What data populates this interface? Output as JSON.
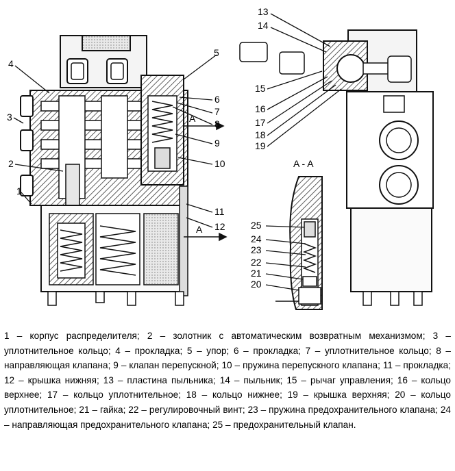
{
  "callouts": {
    "c1": "1",
    "c2": "2",
    "c3": "3",
    "c4": "4",
    "c5": "5",
    "c6": "6",
    "c7": "7",
    "c8": "8",
    "c9": "9",
    "c10": "10",
    "c11": "11",
    "c12": "12",
    "c13": "13",
    "c14": "14",
    "c15": "15",
    "c16": "16",
    "c17": "17",
    "c18": "18",
    "c19": "19",
    "c20": "20",
    "c21": "21",
    "c22": "22",
    "c23": "23",
    "c24": "24",
    "c25": "25"
  },
  "markers": {
    "a_upper": "A",
    "a_lower": "A",
    "section": "A - A"
  },
  "caption": "1 – корпус распределителя;  2 – золотник с автоматическим возвратным механизмом;  3 – уплотнительное кольцо;  4 – прокладка;  5 – упор;  6 – прокладка;  7 – уплотнительное кольцо;  8 – направляющая клапана;  9 – клапан перепускной;  10 – пружина перепускного клапана;  11 – прокладка;  12 – крышка нижняя;  13 – пластина пыльника;  14 – пыльник;  15 – рычаг управления;  16 – кольцо верхнее;  17 – кольцо уплотнительное;  18 – кольцо нижнее;  19 – крышка верхняя;  20 – кольцо уплотнительное;  21 – гайка;  22 – регулировочный винт;  23 – пружина предохранительного клапана;  24 – направляющая предохранительного клапана;  25 – предохранительный клапан."
}
